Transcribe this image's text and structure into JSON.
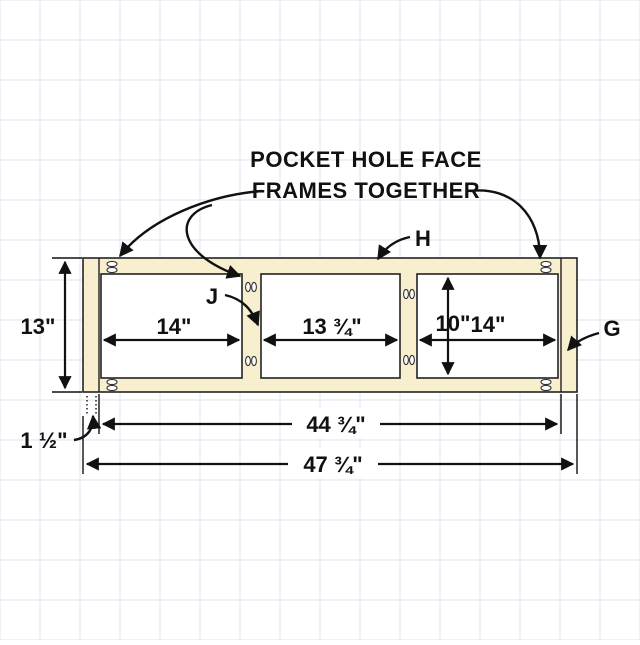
{
  "callouts": {
    "title_line1": "POCKET HOLE FACE",
    "title_line2": "FRAMES TOGETHER",
    "part_h": "H",
    "part_j": "J",
    "part_g": "G"
  },
  "dimensions": {
    "frame_height": "13\"",
    "left_opening_width": "14\"",
    "middle_opening_width": "13 ¾\"",
    "right_opening_height": "10\"",
    "right_opening_width": "14\"",
    "stile_width": "1 ½\"",
    "inner_width": "44 ¾\"",
    "overall_width": "47 ¾\""
  },
  "colors": {
    "wood": "#f8efcf",
    "grid": "#dde6f2",
    "ink": "#111111"
  }
}
